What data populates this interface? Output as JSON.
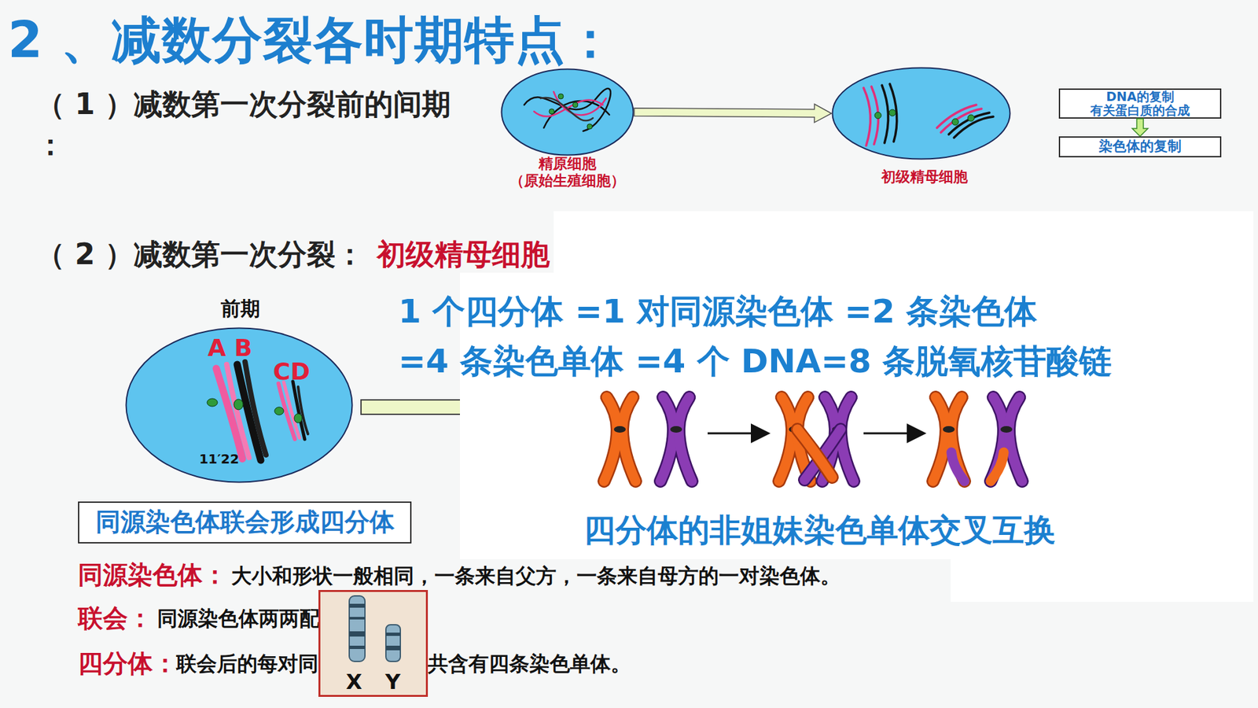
{
  "diagram": {
    "title": "2 、减数分裂各时期特点：",
    "nodes": [
      {
        "text": [
          "精原细胞",
          "（原始生殖细胞）"
        ]
      },
      {
        "text": [
          "初级精母细胞"
        ]
      },
      {
        "text": [
          "DNA的复制",
          "有关蛋白质的合成"
        ]
      },
      {
        "text": [
          "染色体的复制"
        ]
      },
      {
        "text": [
          "前期",
          "A B",
          "CD",
          "11′22′"
        ]
      },
      {
        "text": [
          "同源染色体联会形成四分体"
        ]
      }
    ],
    "edges": [
      {
        "from": 0,
        "to": 1,
        "arrow": "to"
      },
      {
        "from": 2,
        "to": 3,
        "arrow": "to"
      }
    ],
    "labels": [
      "（ 1 ）减数第一次分裂前的间期 ：",
      "（ 2 ）减数第一次分裂：",
      "初级精母细胞",
      "1 个四分体 =1 对同源染色体 =2 条染色体",
      "=4 条染色单体 =4 个 DNA=8 条脱氧核苷酸链",
      "四分体的非姐妹染色单体交叉互换",
      "同源染色体：",
      "大小和形状一般相同，一条来自父方，一条来自母方的一对染色体。",
      "联会：",
      "同源染色体两两配",
      "四分体：",
      "联会后的每对同",
      "共含有四条染色单体。",
      "X",
      "Y"
    ]
  }
}
